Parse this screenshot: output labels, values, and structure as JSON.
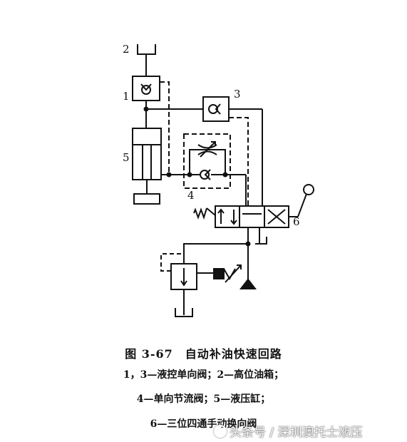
{
  "labels": {
    "n1": "1",
    "n2": "2",
    "n3": "3",
    "n4": "4",
    "n5": "5",
    "n6": "6"
  },
  "caption": {
    "title": "图 3-67　自动补油快速回路",
    "line1": "1，3—液控单向阀；2—高位油箱；",
    "line2": "4—单向节流阀；5—液压缸；",
    "line3": "6—三位四通手动换向阀"
  },
  "watermark": "头条号 / 深圳澳托士液压",
  "colors": {
    "line": "#111111",
    "background": "#ffffff"
  }
}
